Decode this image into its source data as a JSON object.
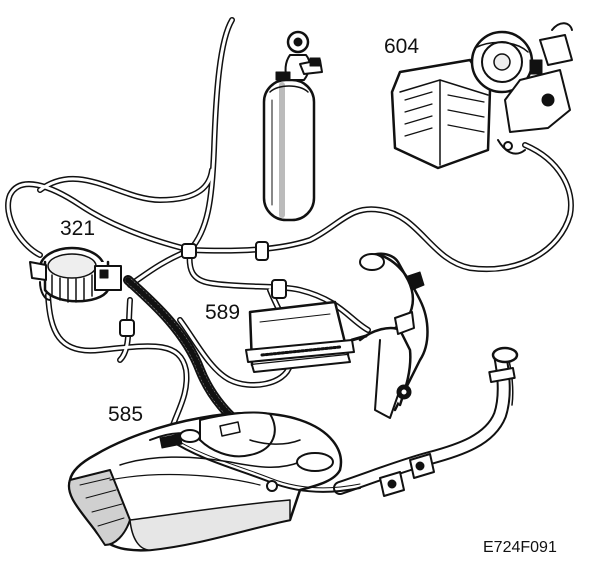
{
  "callouts": {
    "c604": "604",
    "c321": "321",
    "c589": "589",
    "c585": "585"
  },
  "figure_id": "E724F091",
  "colors": {
    "ink": "#111111",
    "background": "#ffffff",
    "shade": "#d0d0d0"
  }
}
